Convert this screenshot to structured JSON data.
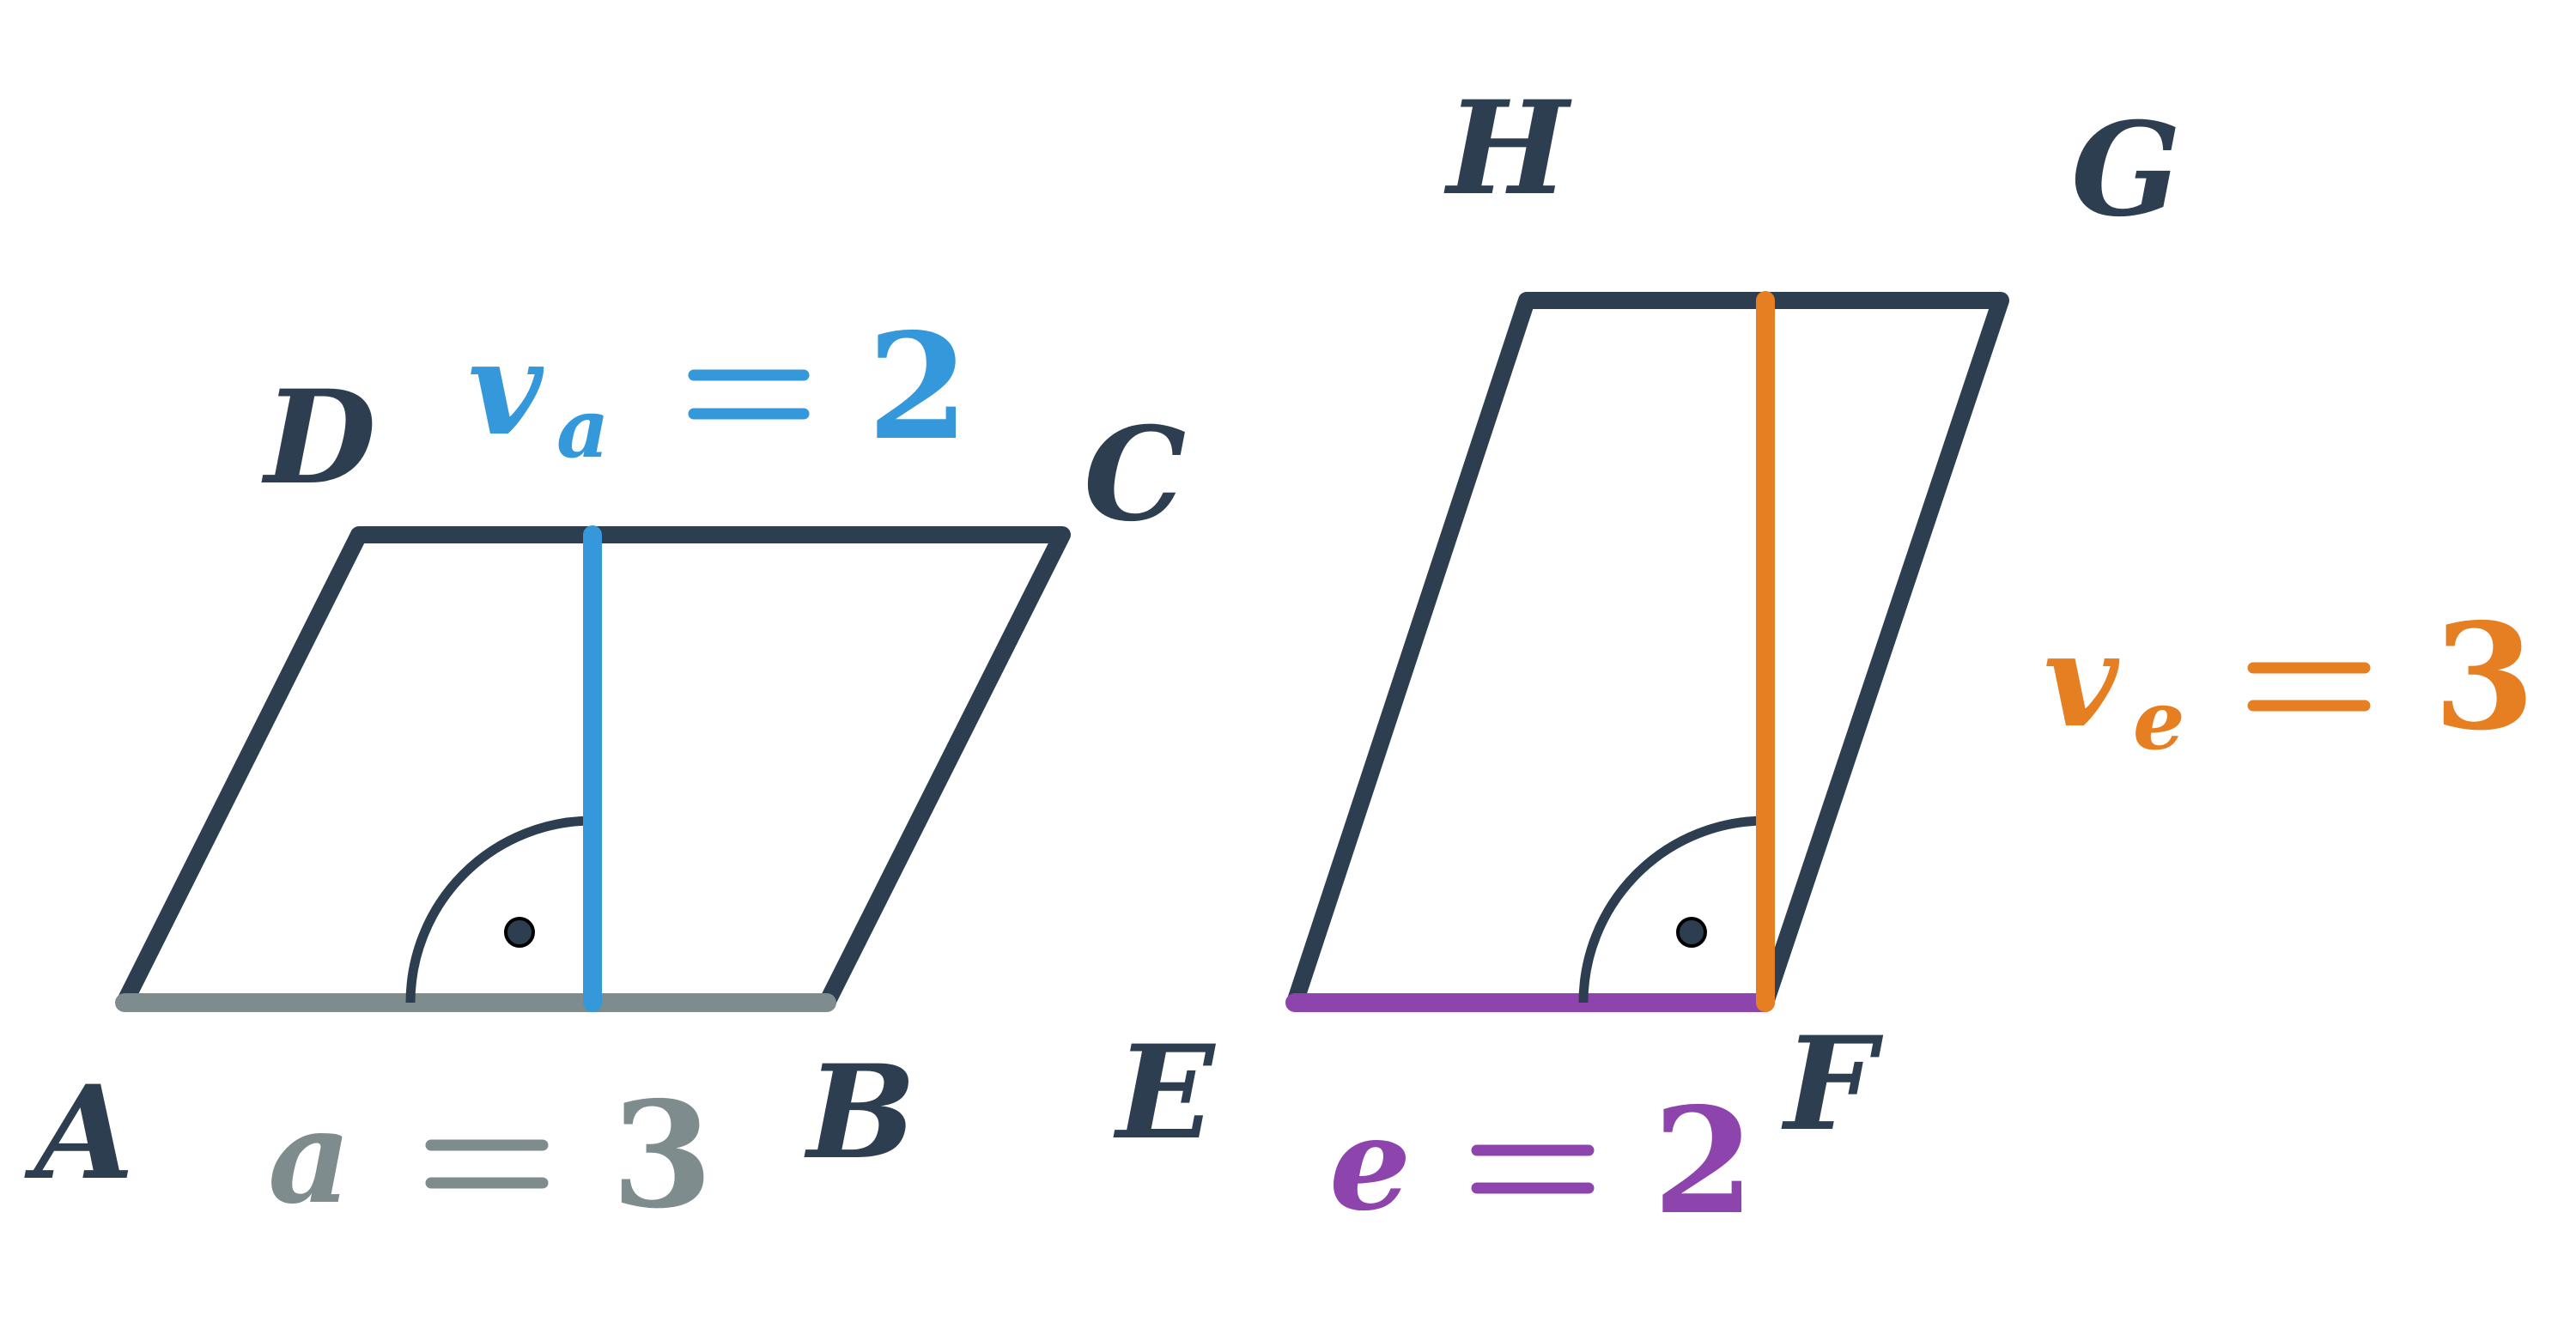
{
  "colors": {
    "outline": "#2c3e50",
    "base_a": "#7f8c8d",
    "height_a": "#3498db",
    "base_e": "#8e44ad",
    "height_e": "#e67e22",
    "right_angle_dot": "#2c3e50"
  },
  "points": {
    "A": "A",
    "B": "B",
    "C": "C",
    "D": "D",
    "E": "E",
    "F": "F",
    "G": "G",
    "H": "H"
  },
  "equations": {
    "va": {
      "var": "v",
      "sub": "a",
      "value": "2"
    },
    "a": {
      "var": "a",
      "value": "3"
    },
    "ve": {
      "var": "v",
      "sub": "e",
      "value": "3"
    },
    "e": {
      "var": "e",
      "value": "2"
    }
  }
}
